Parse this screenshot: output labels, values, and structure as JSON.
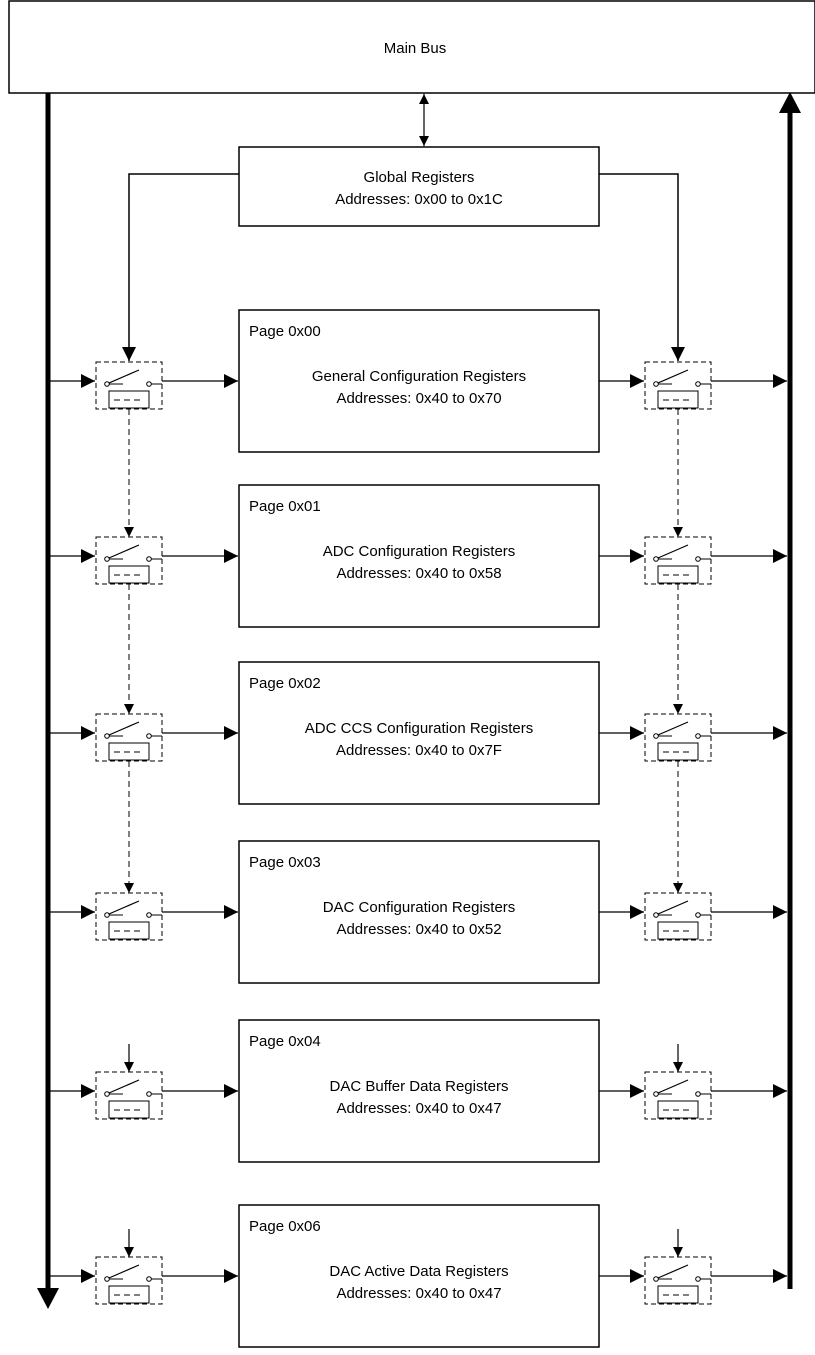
{
  "main_bus": {
    "label": "Main Bus"
  },
  "global_registers": {
    "title": "Global Registers",
    "addresses": "Addresses: 0x00 to 0x1C"
  },
  "pages": [
    {
      "page": "Page 0x00",
      "title": "General Configuration Registers",
      "addresses": "Addresses: 0x40 to 0x70"
    },
    {
      "page": "Page 0x01",
      "title": "ADC Configuration Registers",
      "addresses": "Addresses: 0x40 to 0x58"
    },
    {
      "page": "Page 0x02",
      "title": "ADC CCS Configuration Registers",
      "addresses": "Addresses: 0x40 to 0x7F"
    },
    {
      "page": "Page 0x03",
      "title": "DAC Configuration Registers",
      "addresses": "Addresses: 0x40 to 0x52"
    },
    {
      "page": "Page 0x04",
      "title": "DAC Buffer Data Registers",
      "addresses": "Addresses: 0x40 to 0x47"
    },
    {
      "page": "Page 0x06",
      "title": "DAC Active Data Registers",
      "addresses": "Addresses: 0x40 to 0x47"
    }
  ]
}
